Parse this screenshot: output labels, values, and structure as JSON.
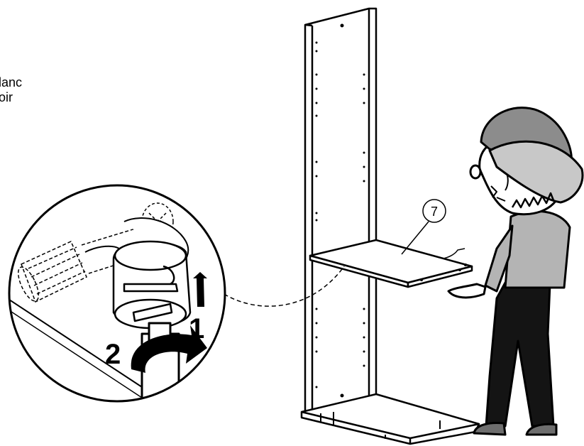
{
  "side_text": {
    "line1": "lanc",
    "line2": "oir"
  },
  "part_number": "7",
  "steps": {
    "step1": "1",
    "step2": "2"
  },
  "colors": {
    "ink": "#000000",
    "paper": "#ffffff",
    "cap_dark": "#8c8c8c",
    "cap_light": "#c8c8c8",
    "shirt": "#b4b4b4",
    "pants": "#141414",
    "shoes": "#6e6e6e"
  },
  "icons": [
    "screwdriver-icon",
    "cam-lock-icon",
    "dowel-icon",
    "arrow-up-icon",
    "rotate-arrow-icon",
    "person-icon"
  ]
}
